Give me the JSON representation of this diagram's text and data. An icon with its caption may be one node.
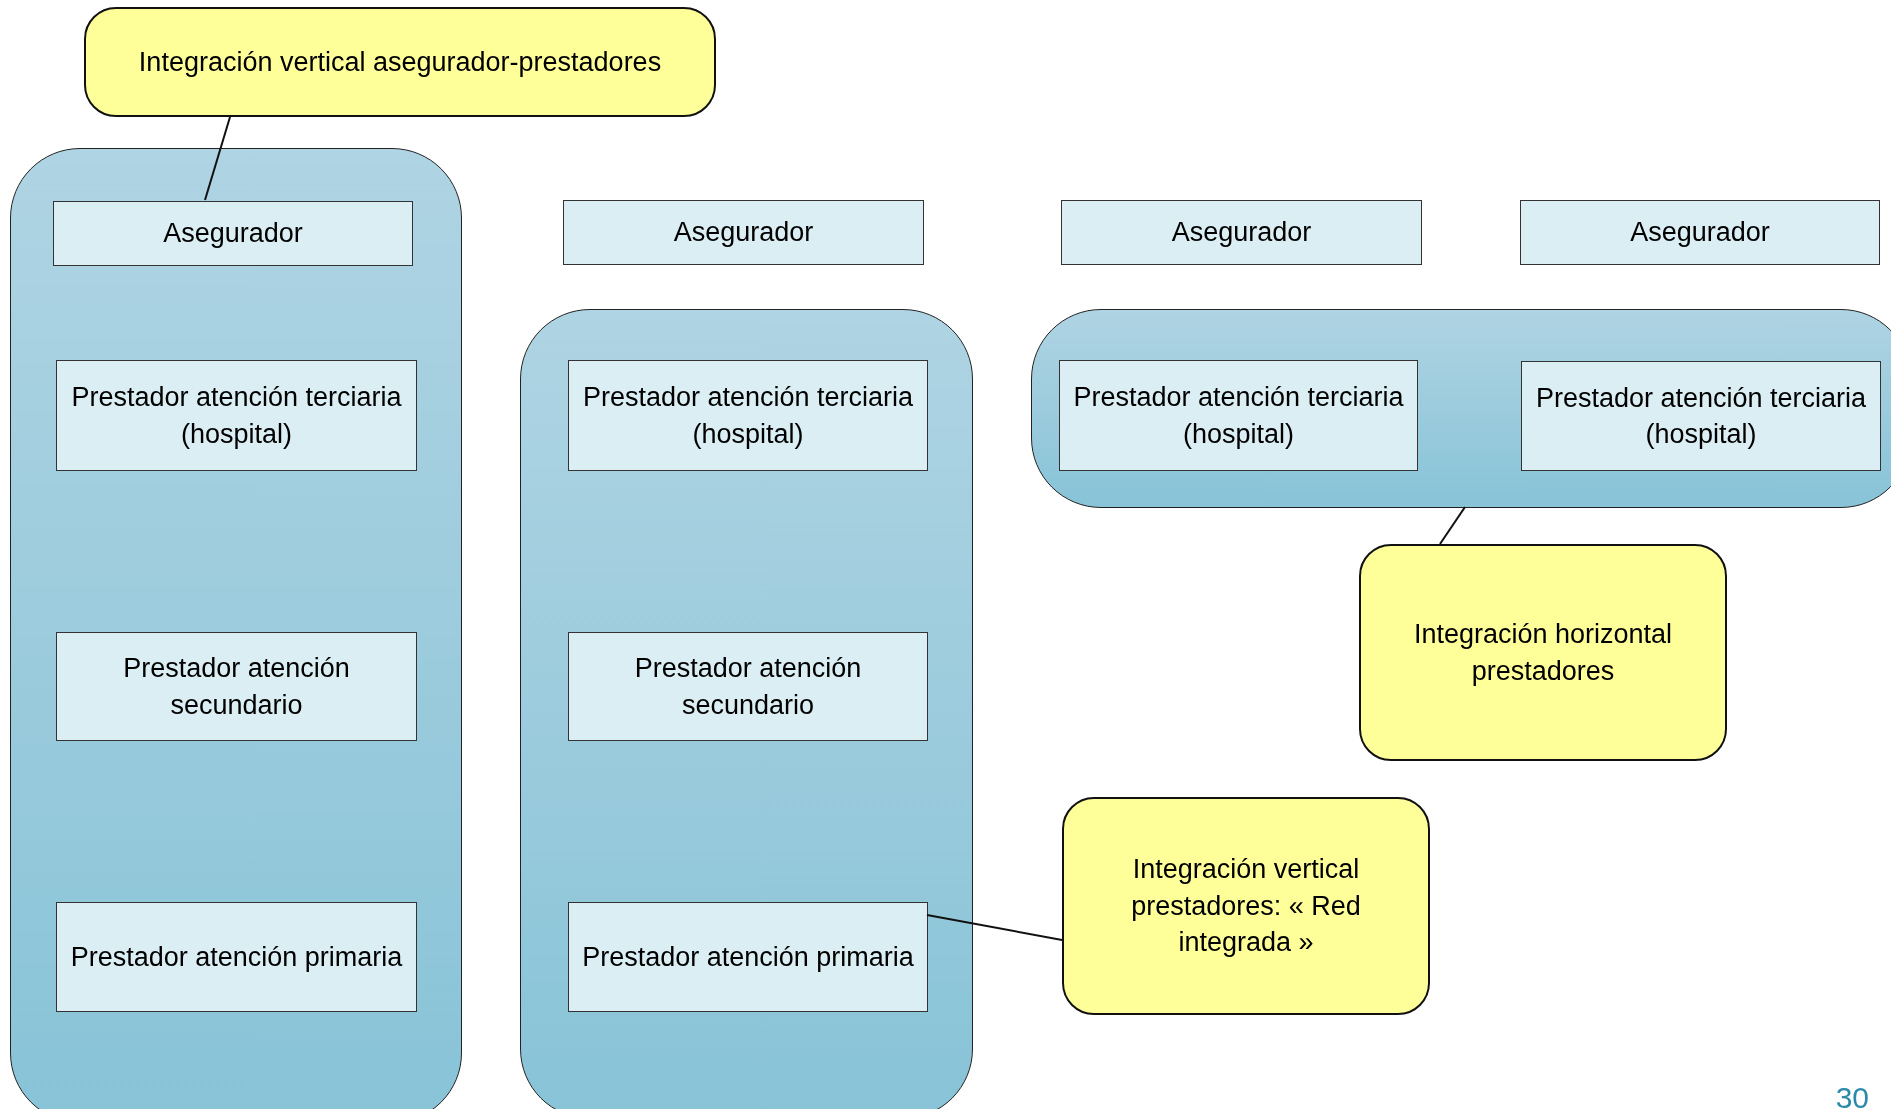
{
  "diagram": {
    "nodes": [
      {
        "text": [
          "Integración vertical asegurador-prestadores"
        ]
      },
      {
        "text": [],
        "shape": "box"
      },
      {
        "text": [
          "Asegurador"
        ],
        "in": 1
      },
      {
        "text": [
          "Prestador atención terciaria (hospital)"
        ],
        "in": 1
      },
      {
        "text": [
          "Prestador atención secundario"
        ],
        "in": 1
      },
      {
        "text": [
          "Prestador atención primaria"
        ],
        "in": 1
      },
      {
        "text": [
          "Asegurador"
        ]
      },
      {
        "text": [],
        "shape": "box"
      },
      {
        "text": [
          "Prestador atención terciaria (hospital)"
        ],
        "in": 7
      },
      {
        "text": [
          "Prestador atención secundario"
        ],
        "in": 7
      },
      {
        "text": [
          "Prestador atención primaria"
        ],
        "in": 7
      },
      {
        "text": [
          "Asegurador"
        ]
      },
      {
        "text": [
          "Asegurador"
        ]
      },
      {
        "text": [],
        "shape": "box"
      },
      {
        "text": [
          "Prestador atención terciaria (hospital)"
        ],
        "in": 13
      },
      {
        "text": [
          "Prestador atención terciaria (hospital)"
        ],
        "in": 13
      },
      {
        "text": [
          "Integración horizontal prestadores"
        ]
      },
      {
        "text": [
          "Integración vertical prestadores: « Red integrada »"
        ]
      }
    ],
    "edges": [
      {
        "from": 0,
        "to": 2,
        "arrow": "none"
      },
      {
        "from": 16,
        "to": 13,
        "arrow": "none"
      },
      {
        "from": 17,
        "to": 10,
        "arrow": "none"
      }
    ],
    "labels": [
      "30"
    ]
  }
}
